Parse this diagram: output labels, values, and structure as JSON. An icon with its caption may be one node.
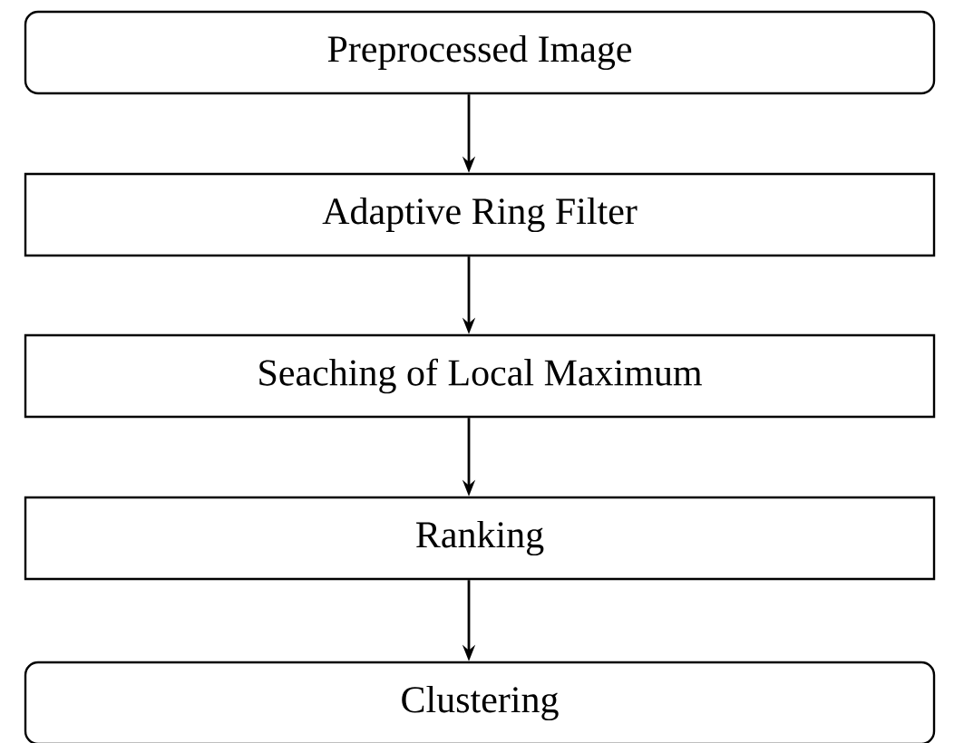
{
  "diagram": {
    "nodes": [
      {
        "text": [
          "Preprocessed Image"
        ]
      },
      {
        "text": [
          "Adaptive Ring Filter"
        ]
      },
      {
        "text": [
          "Seaching of Local Maximum"
        ]
      },
      {
        "text": [
          "Ranking"
        ]
      },
      {
        "text": [
          "Clustering"
        ]
      }
    ],
    "edges": [
      {
        "from": 0,
        "to": 1,
        "arrow": "to"
      },
      {
        "from": 1,
        "to": 2,
        "arrow": "to"
      },
      {
        "from": 2,
        "to": 3,
        "arrow": "to"
      },
      {
        "from": 3,
        "to": 4,
        "arrow": "to"
      }
    ]
  }
}
